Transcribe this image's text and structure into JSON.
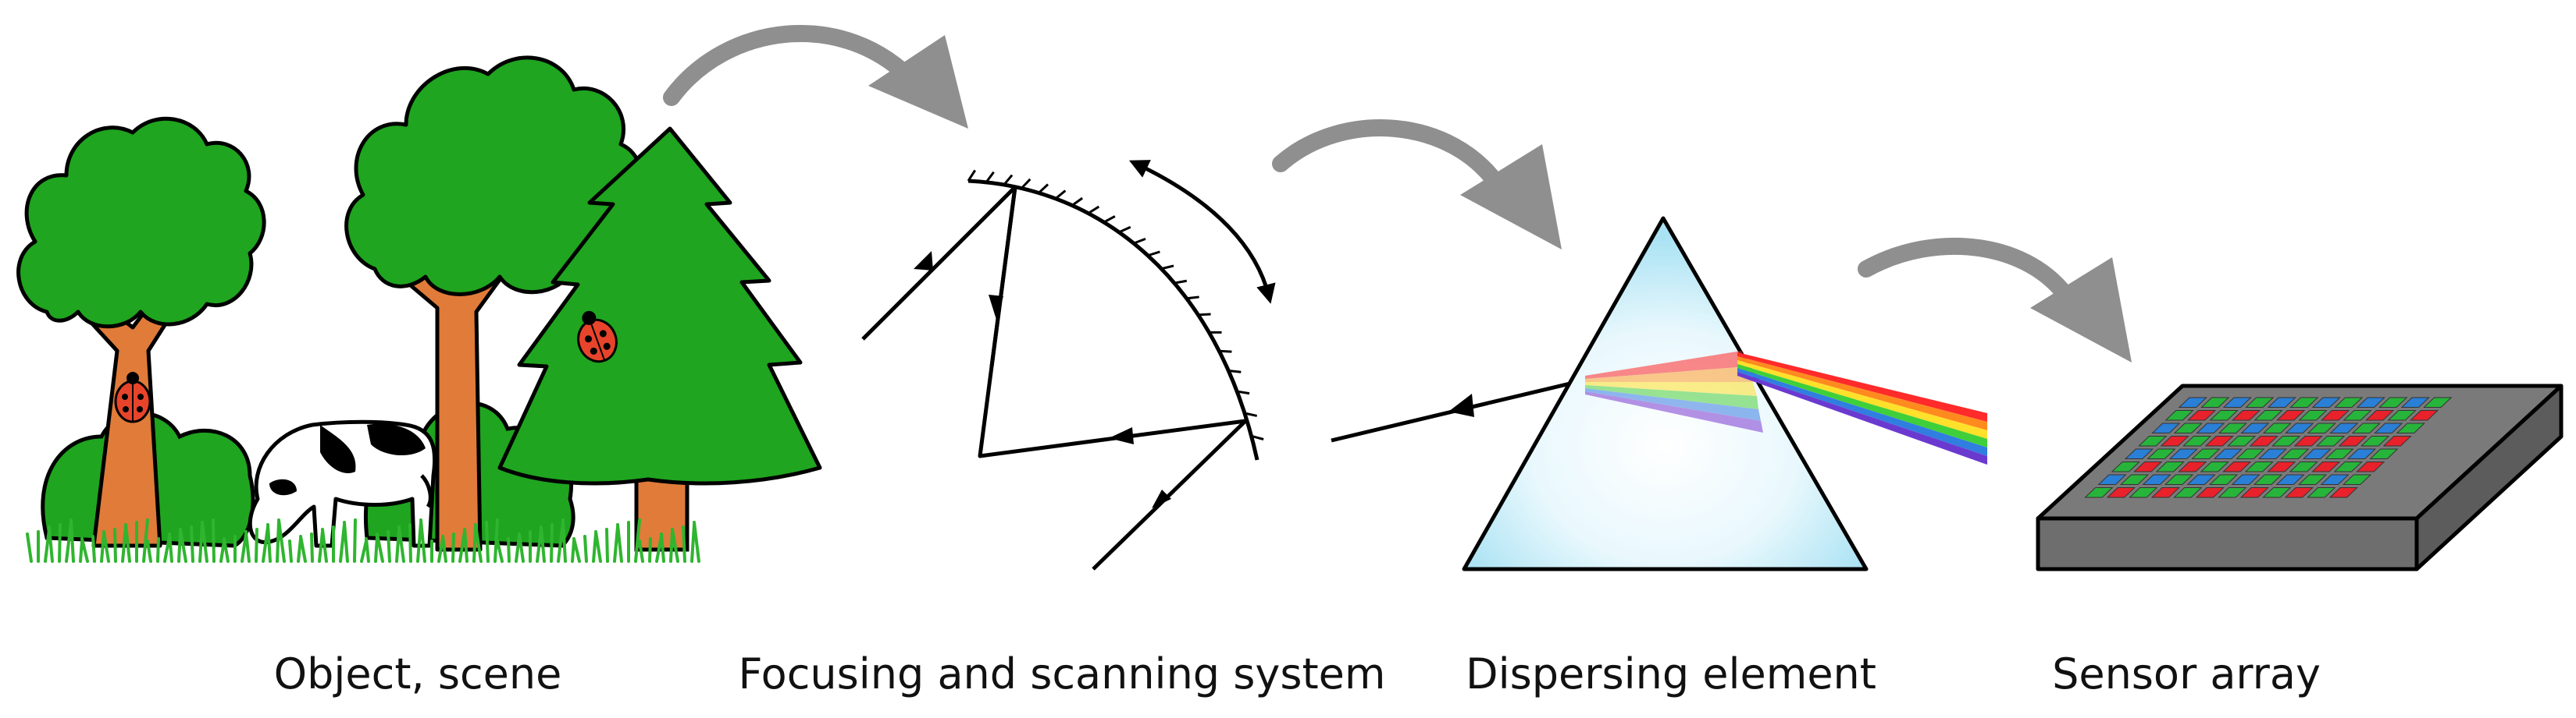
{
  "labels": {
    "object": "Object, scene",
    "focusing": "Focusing and scanning system",
    "dispersing": "Dispersing element",
    "sensor": "Sensor array"
  },
  "colors": {
    "tree_green": "#1fa51f",
    "trunk_orange": "#e07b39",
    "flow_arrow_gray": "#8f8f8f",
    "prism_fill": "#cdeef8",
    "sensor_body": "#6e6e6e",
    "pixel_red": "#e8212b",
    "pixel_green": "#27b43a",
    "pixel_blue": "#2a7fd6"
  },
  "icons": [
    "tree-icon",
    "pine-tree-icon",
    "cow-icon",
    "ladybug-icon",
    "grass-icon",
    "prism-icon",
    "mirror-icon",
    "sensor-chip-icon"
  ]
}
